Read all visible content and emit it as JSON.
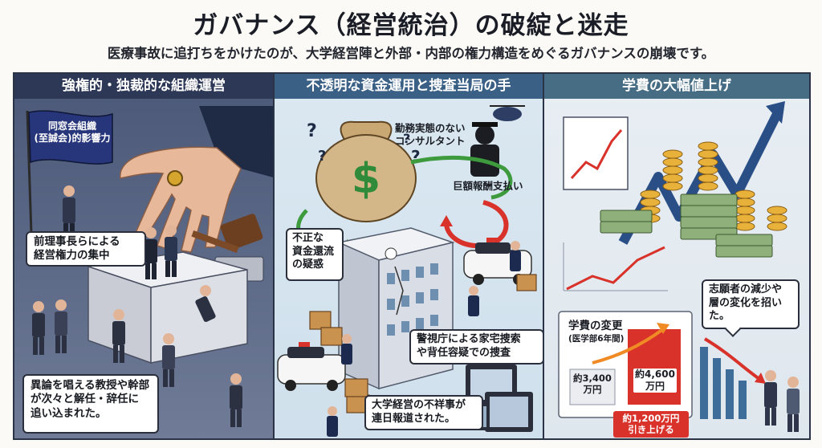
{
  "title": "ガバナンス（経営統治）の破綻と迷走",
  "subtitle": "医療事故に追打ちをかけたのが、大学経営陣と外部・内部の権力構造をめぐるガバナンスの崩壊です。",
  "panels": [
    {
      "header": "強権的・独裁的な組織運営",
      "flag_text": "同窓会組織\n(至誠会)的影響力",
      "callout_top": "前理事長らによる\n経営権力の集中",
      "callout_bottom": "異論を唱える教授や幹部\nが次々と解任・辞任に\n追い込まれた。"
    },
    {
      "header": "不透明な資金運用と捜査当局の手",
      "consultant_label": "勤務実態のない\nコンサルタント",
      "payment_label": "巨額報酬支払い",
      "callout_funds": "不正な\n資金還流\nの疑惑",
      "callout_search": "警視庁による家宅捜索\nや背任容疑での捜査",
      "callout_news": "大学経営の不祥事が\n連日報道された。"
    },
    {
      "header": "学費の大幅値上げ",
      "callout_applicants": "志願者の減少や\n層の変化を招い\nた。",
      "tuition_title": "学費の変更",
      "tuition_subtitle": "(医学部6年間)",
      "before_value": "約3,400\n万円",
      "after_value": "約4,600\n万円",
      "increase_label": "約1,200万円\n引き上げる"
    }
  ],
  "colors": {
    "panel1_header": "#2d3857",
    "panel2_header": "#3a6086",
    "panel3_header": "#466d84",
    "accent_red": "#d8322a",
    "accent_orange": "#f08a24",
    "money_gold": "#e8b23a"
  }
}
